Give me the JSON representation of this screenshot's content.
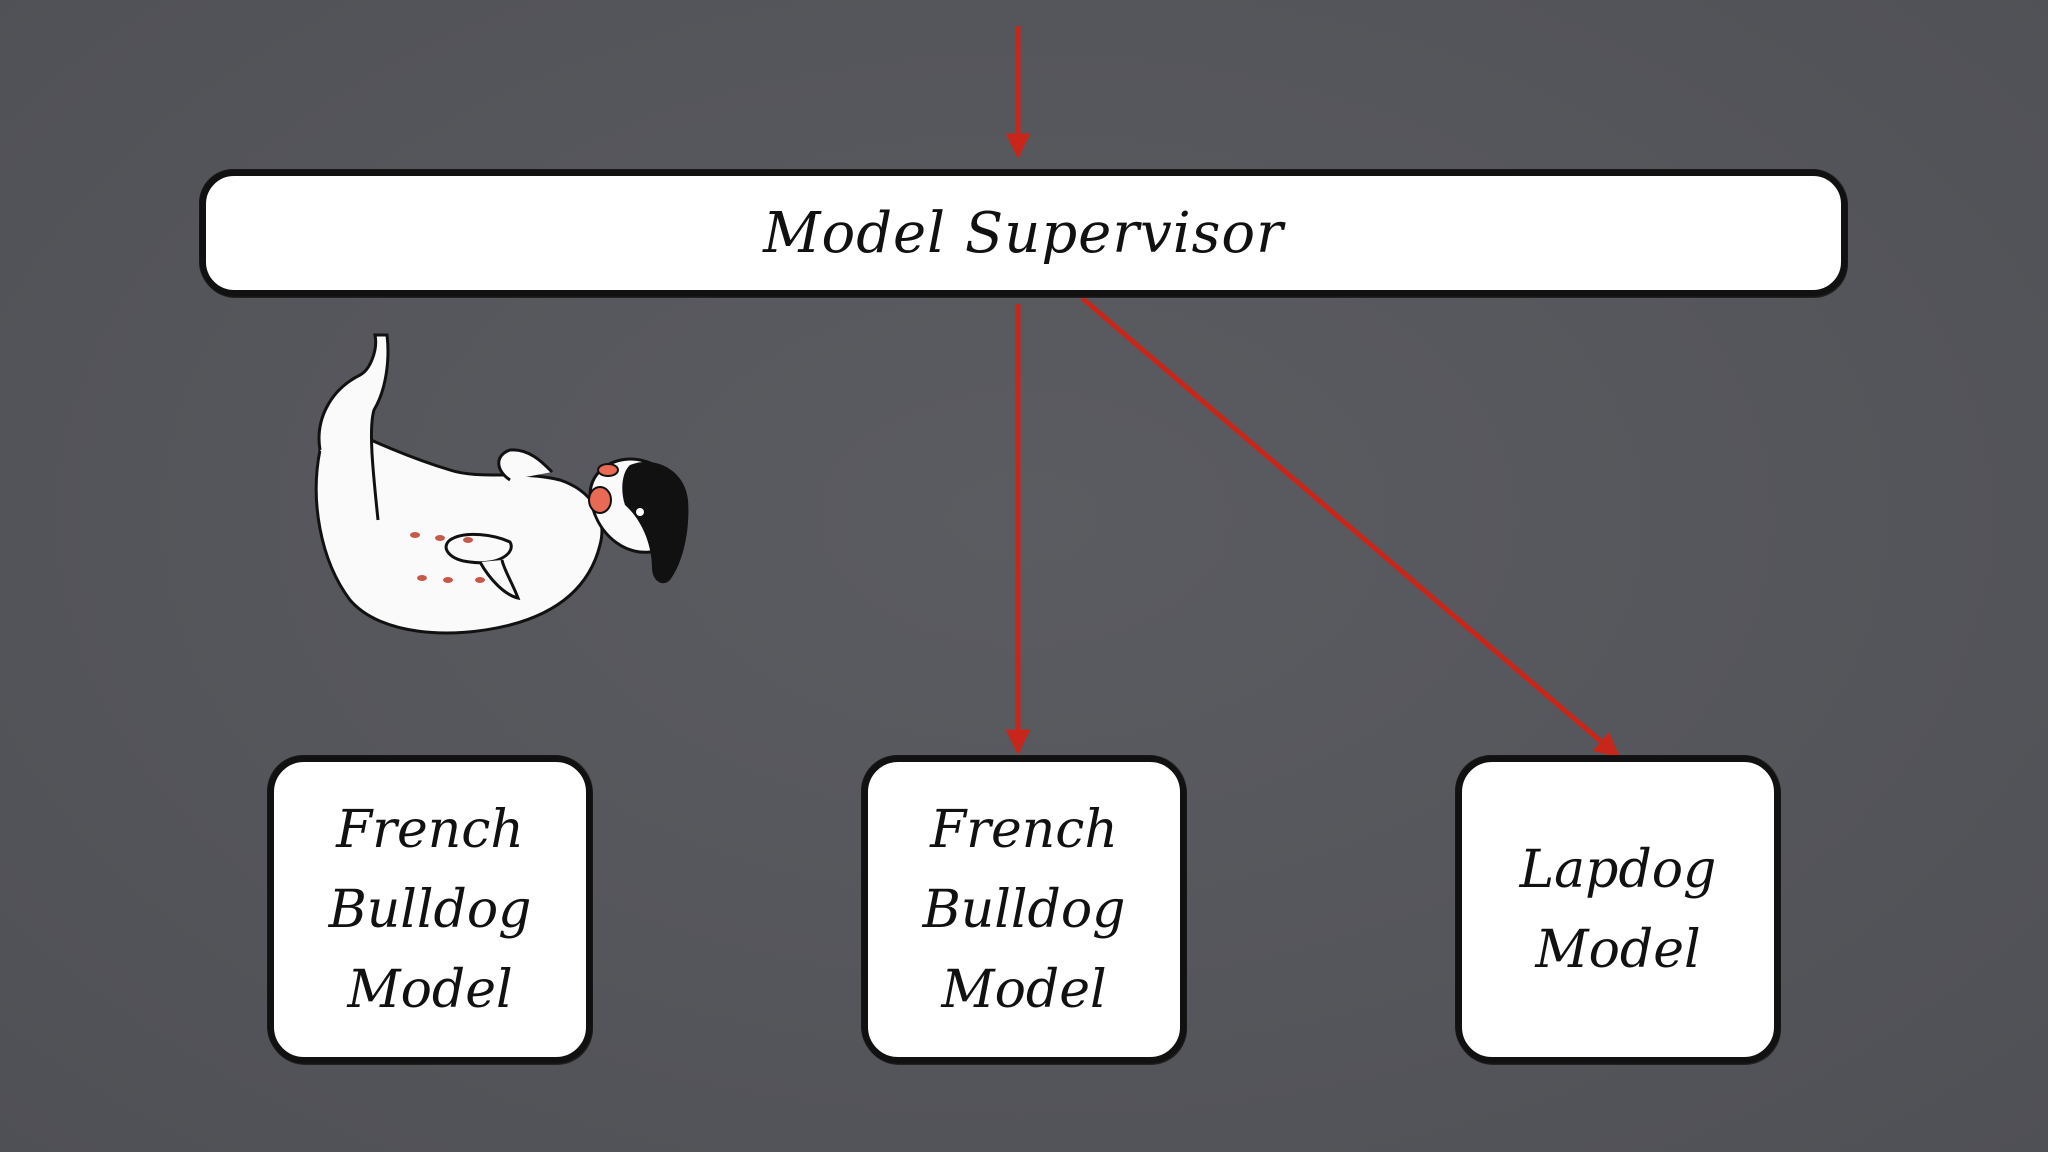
{
  "supervisor": {
    "label": "Model Supervisor"
  },
  "models": [
    {
      "label": "French\nBulldog\nModel"
    },
    {
      "label": "French\nBulldog\nModel"
    },
    {
      "label": "Lapdog\nModel"
    }
  ],
  "colors": {
    "background": "#55565b",
    "arrow": "#c8261a",
    "box_fill": "#ffffff",
    "box_border": "#111111"
  },
  "icons": {
    "illustration": "french-bulldog-lying-on-back"
  }
}
